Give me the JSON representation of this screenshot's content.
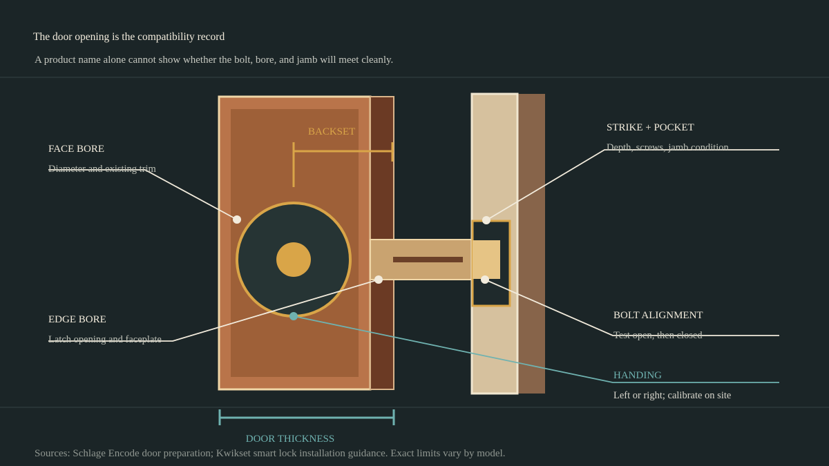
{
  "header": {
    "title": "The door opening is the compatibility record",
    "subtitle": "A product name alone cannot show whether the bolt, bore, and jamb will meet cleanly."
  },
  "labels": {
    "backset": "BACKSET",
    "door_thickness": "DOOR THICKNESS"
  },
  "callouts": {
    "face_bore": {
      "title": "FACE BORE",
      "note": "Diameter and existing trim"
    },
    "edge_bore": {
      "title": "EDGE BORE",
      "note": "Latch opening and faceplate"
    },
    "strike_pocket": {
      "title": "STRIKE + POCKET",
      "note": "Depth, screws, jamb condition"
    },
    "bolt_alignment": {
      "title": "BOLT ALIGNMENT",
      "note": "Test open, then closed"
    },
    "handing": {
      "title": "HANDING",
      "note": "Left or right; calibrate on site"
    }
  },
  "footer": {
    "sources": "Sources: Schlage Encode door preparation; Kwikset smart lock installation guidance. Exact limits vary by model."
  },
  "colors": {
    "background": "#1b2527",
    "door": "#b9744a",
    "door_inner": "#9e6038",
    "door_edge": "#6b3a24",
    "outline": "#f0d7a8",
    "gold": "#d9a548",
    "jamb": "#d6c19e",
    "jamb_back": "#87644a",
    "bolt": "#c9a370",
    "teal": "#6fb2b0",
    "text": "#f2ebdc",
    "muted": "#bfc2b8"
  }
}
